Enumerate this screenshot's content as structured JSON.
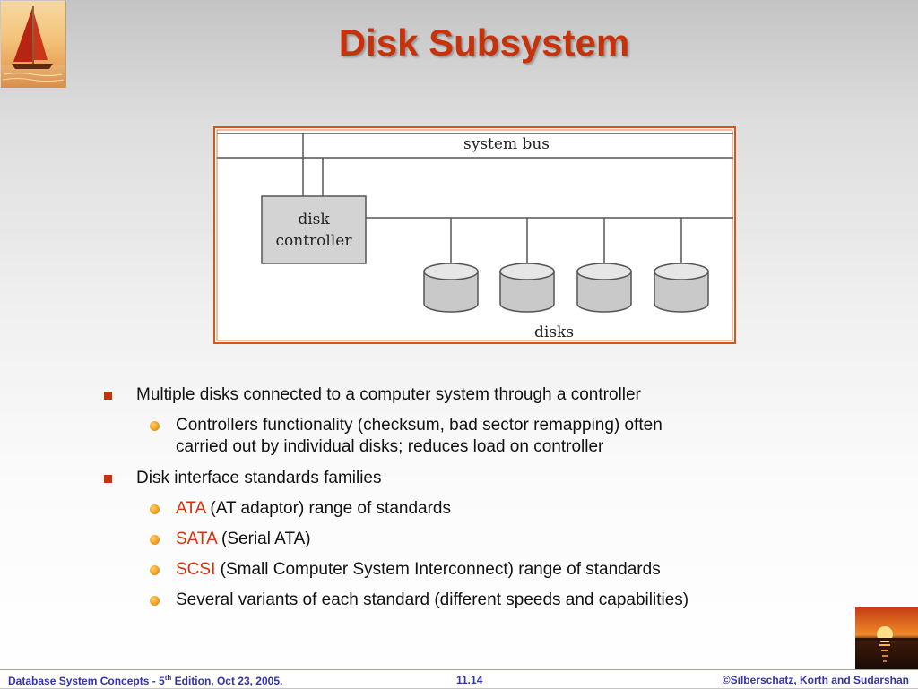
{
  "slide": {
    "title": "Disk Subsystem"
  },
  "diagram": {
    "bus_label": "system bus",
    "controller_label_line1": "disk",
    "controller_label_line2": "controller",
    "disks_label": "disks",
    "disk_count": 4
  },
  "bullets": [
    {
      "level": 1,
      "text": "Multiple disks connected to a computer system through a controller"
    },
    {
      "level": 2,
      "text_line1": "Controllers functionality (checksum, bad sector remapping) often",
      "text_line2": "carried out by individual disks; reduces load on controller"
    },
    {
      "level": 1,
      "text": "Disk interface standards families"
    },
    {
      "level": 2,
      "term": "ATA",
      "text": " (AT adaptor) range of standards"
    },
    {
      "level": 2,
      "term": "SATA",
      "text": " (Serial ATA)"
    },
    {
      "level": 2,
      "term": "SCSI",
      "text": " (Small Computer System Interconnect) range of standards"
    },
    {
      "level": 2,
      "text": "Several variants of each standard (different speeds and capabilities)"
    }
  ],
  "footer": {
    "left_prefix": "Database System Concepts - 5",
    "left_sup": "th",
    "left_suffix": " Edition, Oct 23,  2005.",
    "center": "11.14",
    "right": "©Silberschatz, Korth and Sudarshan"
  },
  "colors": {
    "title": "#c8320a",
    "accent_term": "#d8320c",
    "frame_border": "#d9531e",
    "footer_text": "#3333aa"
  },
  "icons": {
    "top_left": "sailboat-logo-image",
    "bottom_right": "sunset-logo-image"
  }
}
